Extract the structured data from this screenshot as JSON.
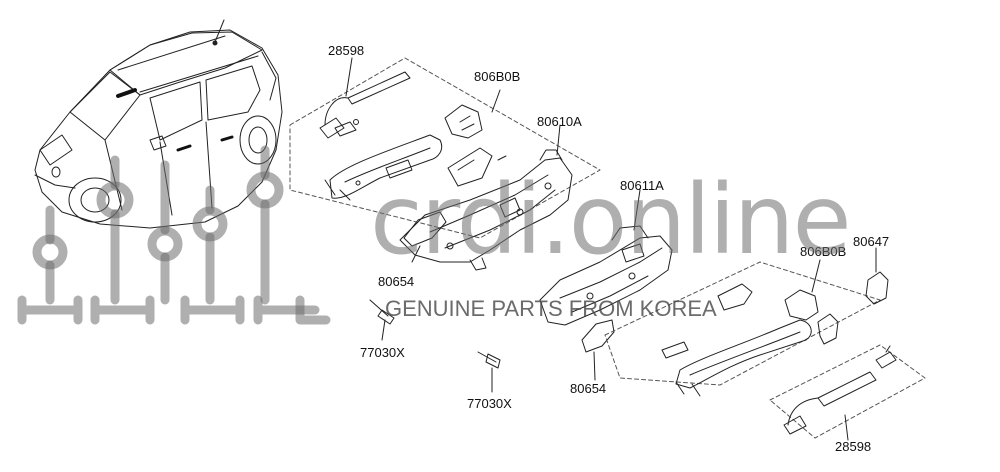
{
  "diagram": {
    "labels": {
      "p28598_top": "28598",
      "p806B0B_top": "806B0B",
      "p80610A": "80610A",
      "p80611A": "80611A",
      "p806B0B_right": "806B0B",
      "p80647": "80647",
      "p80654_left": "80654",
      "p80654_right": "80654",
      "p77030X_left": "77030X",
      "p77030X_right": "77030X",
      "p28598_bottom": "28598"
    }
  },
  "watermark": {
    "name": "crdi.online",
    "tagline": "GENUINE PARTS FROM KOREA"
  }
}
